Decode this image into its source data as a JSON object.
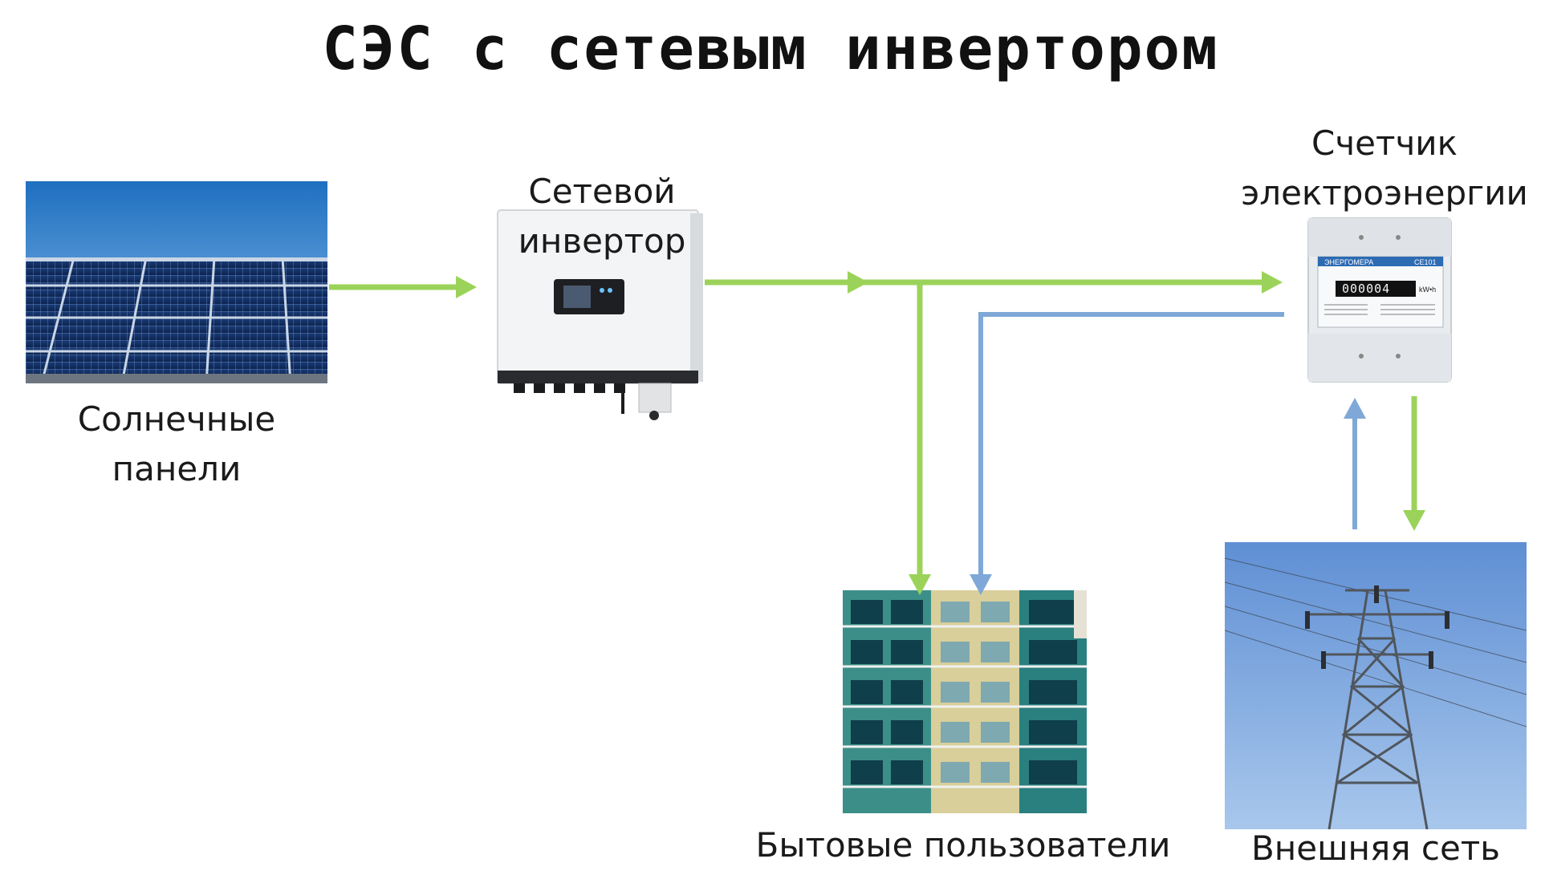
{
  "title": "СЭС с сетевым инвертором",
  "nodes": {
    "solar": {
      "label_line1": "Солнечные",
      "label_line2": "панели"
    },
    "inverter": {
      "label_line1": "Сетевой",
      "label_line2": "инвертор"
    },
    "meter": {
      "label_line1": "Счетчик",
      "label_line2": "электроэнергии",
      "brand": "ЭНЕРГОМЕРА",
      "model": "CE101",
      "reading": "000004",
      "unit": "kW•h"
    },
    "consumers": {
      "label": "Бытовые пользователи"
    },
    "grid": {
      "label": "Внешняя сеть"
    }
  },
  "colors": {
    "generation_flow": "#9bd35a",
    "grid_flow": "#7fa8d8"
  }
}
